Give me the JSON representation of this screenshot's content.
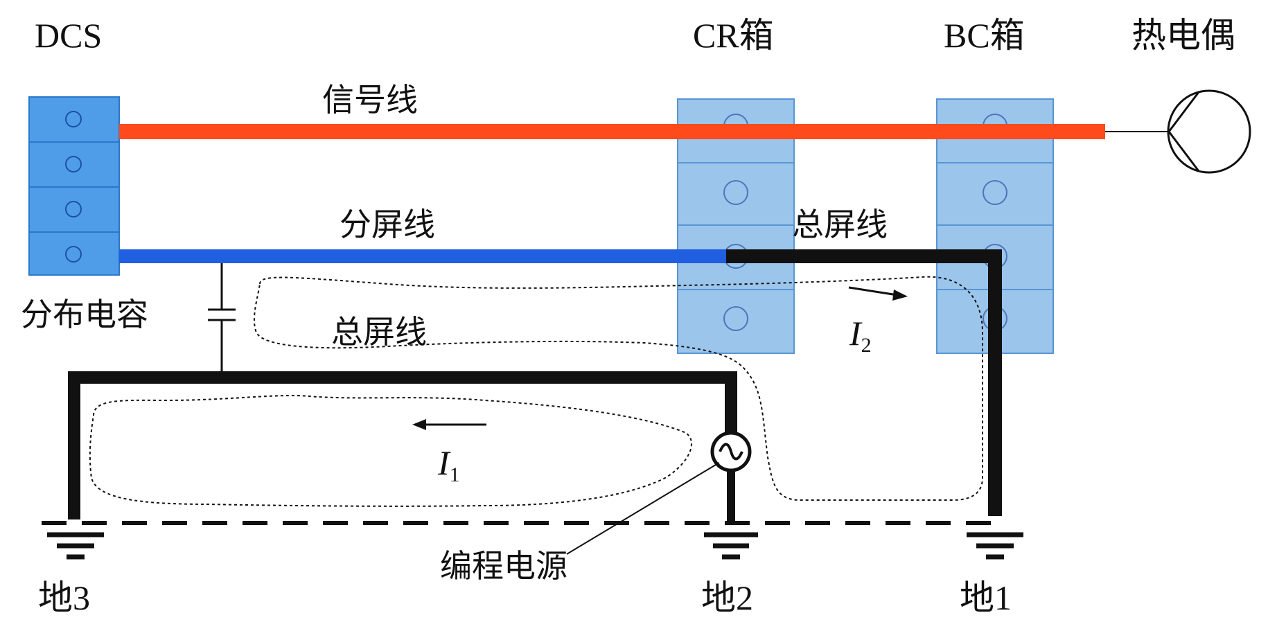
{
  "labels": {
    "dcs": "DCS",
    "cr_box": "CR箱",
    "bc_box": "BC箱",
    "thermocouple": "热电偶",
    "signal_line": "信号线",
    "sub_shield_line": "分屏线",
    "main_shield_line_top": "总屏线",
    "main_shield_line_bottom": "总屏线",
    "distributed_capacitance": "分布电容",
    "programmable_power": "编程电源",
    "ground_3": "地3",
    "ground_2": "地2",
    "ground_1": "地1",
    "current_1": {
      "symbol": "I",
      "subscript": "1"
    },
    "current_2": {
      "symbol": "I",
      "subscript": "2"
    }
  },
  "colors": {
    "terminal_fill": "#4f9de8",
    "terminal_fill_light": "#7fb6e6",
    "terminal_stroke": "#2a78c8",
    "signal_line": "#ff4a1c",
    "sub_shield_line": "#1f5fe0",
    "main_shield_line": "#111111"
  }
}
